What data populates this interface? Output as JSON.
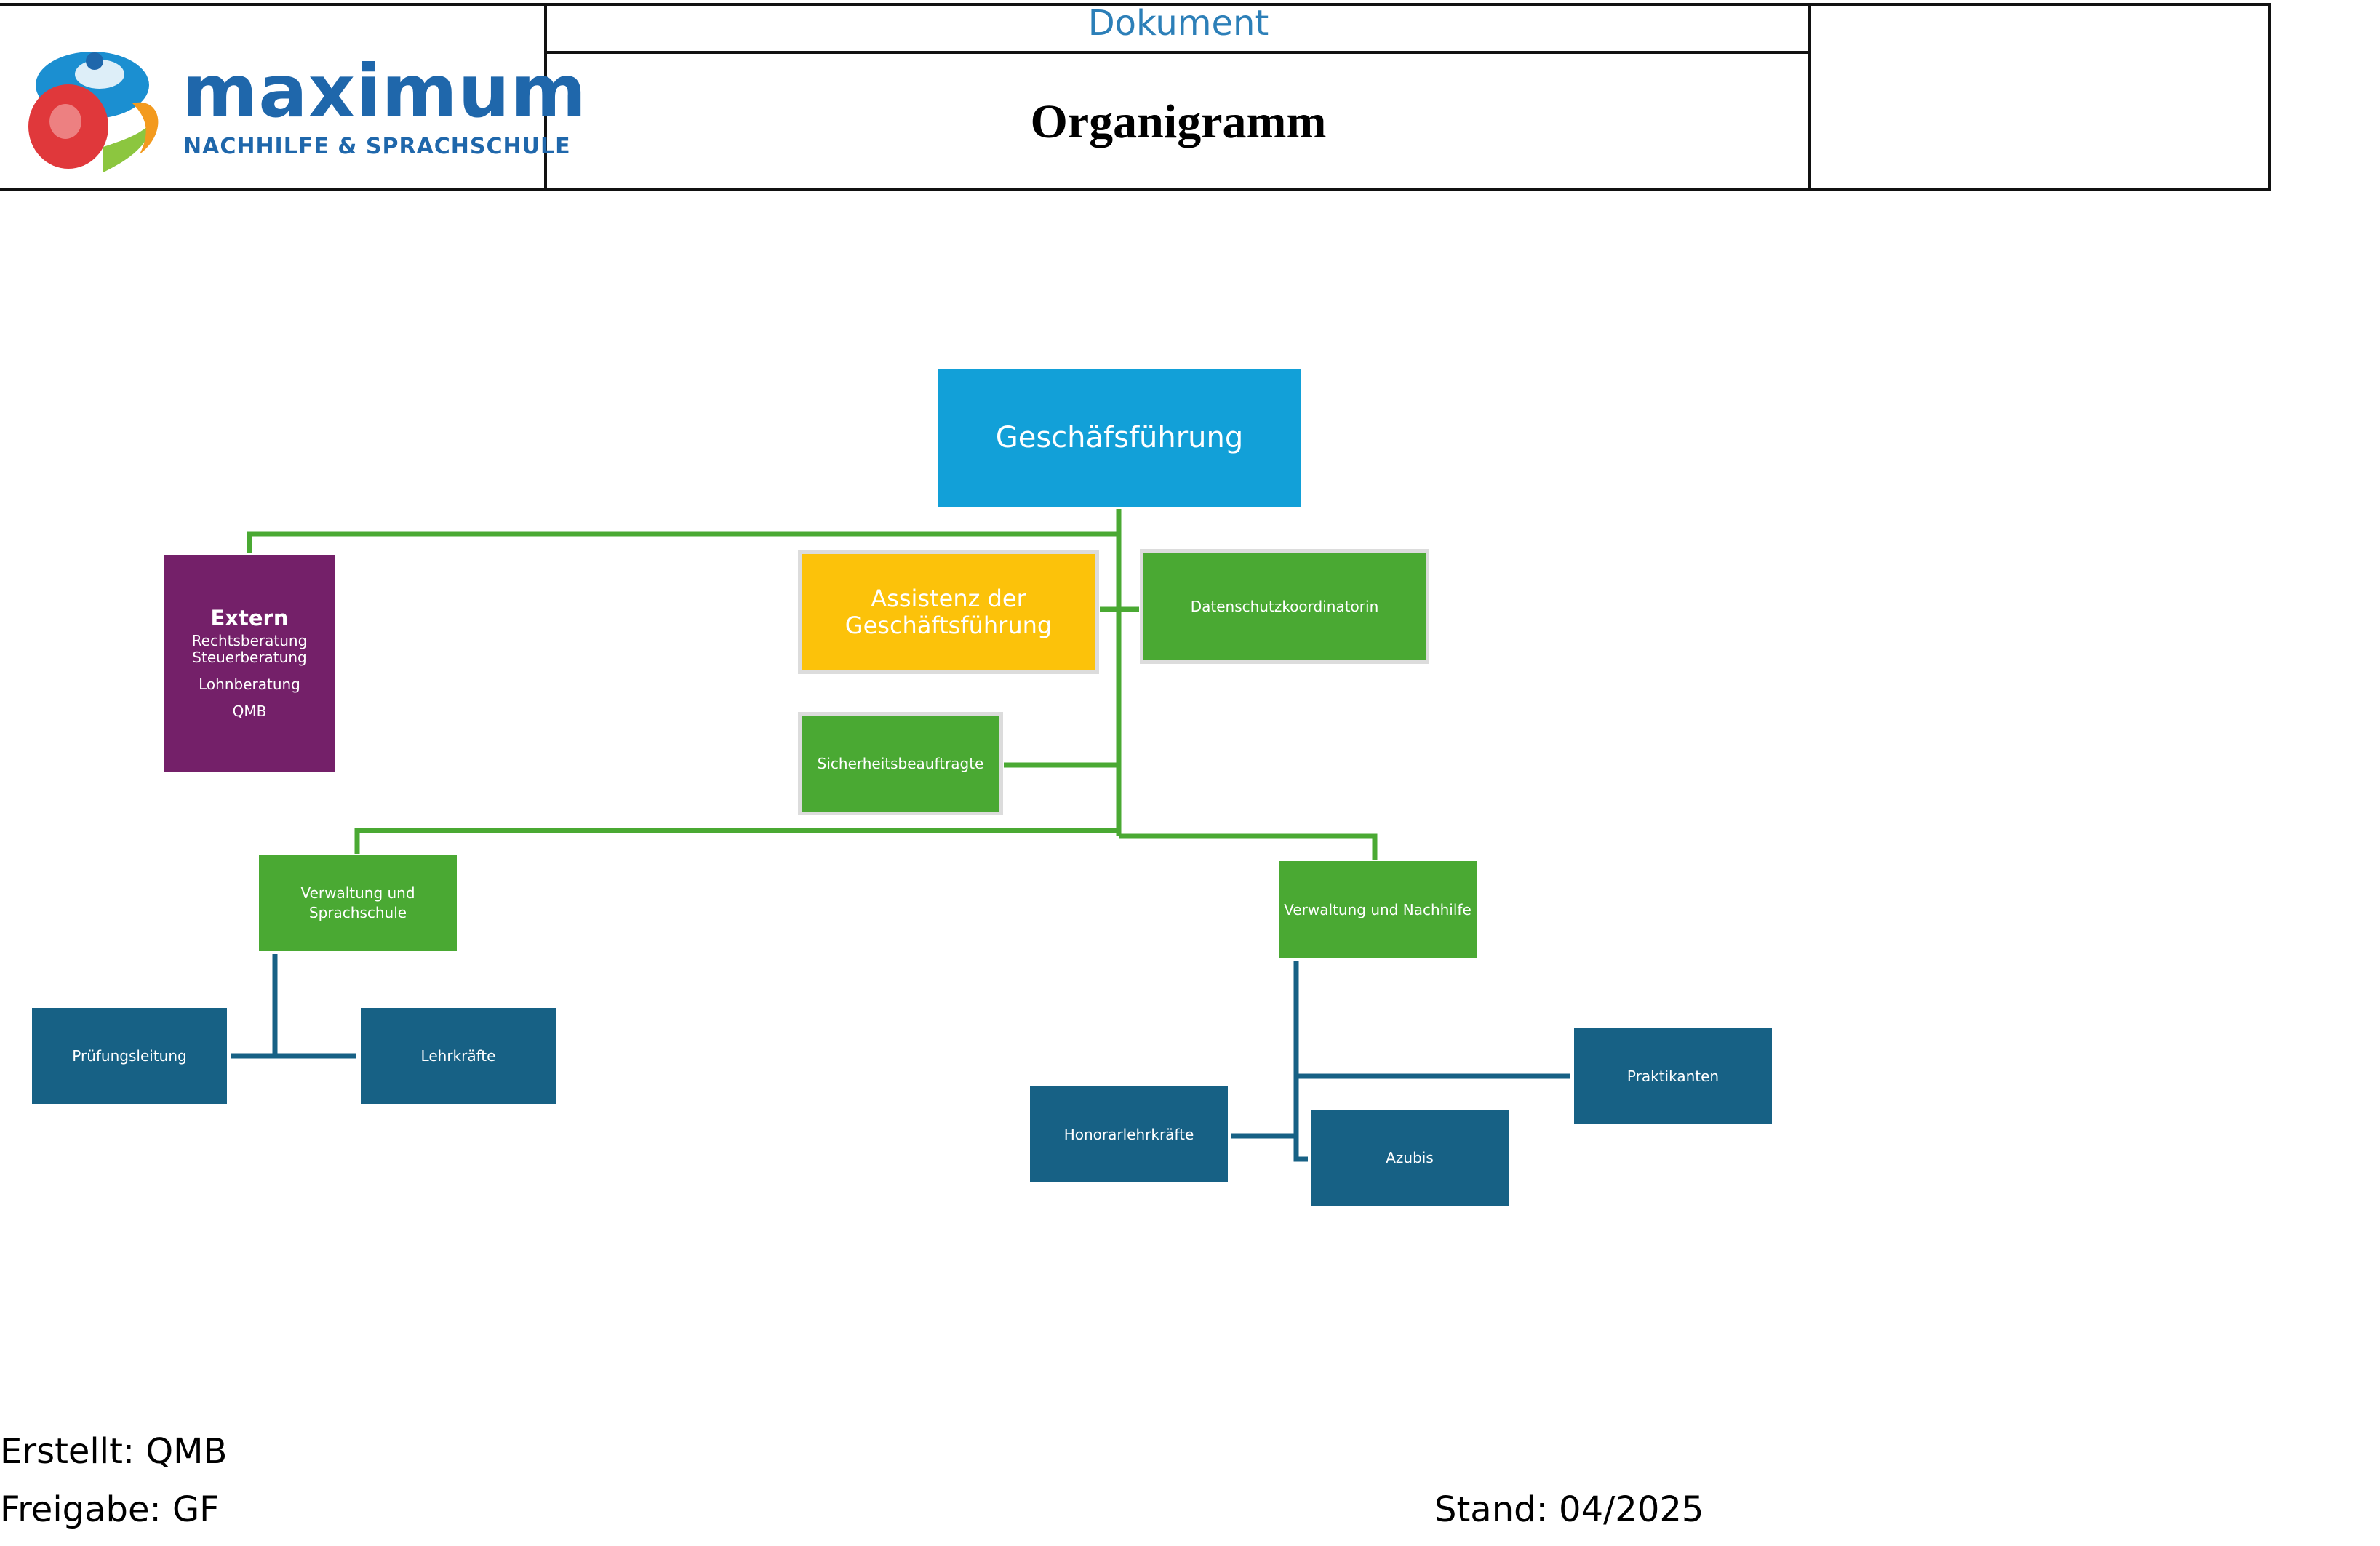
{
  "header": {
    "doc_label": "Dokument",
    "title": "Organigramm",
    "logo": {
      "name": "maximum",
      "tagline": "NACHHILFE & SPRACHSCHULE"
    }
  },
  "org": {
    "top": "Geschäfsführung",
    "assistenz": "Assistenz der Geschäftsführung",
    "datenschutz": "Datenschutzkoordinatorin",
    "sicherheit": "Sicherheitsbeauftragte",
    "extern": {
      "title": "Extern",
      "items": [
        "Rechtsberatung",
        "Steuerberatung",
        "Lohnberatung",
        "QMB"
      ]
    },
    "verwaltung_sprachschule": "Verwaltung und Sprachschule",
    "verwaltung_nachhilfe": "Verwaltung und Nachhilfe",
    "pruefungsleitung": "Prüfungsleitung",
    "lehrkraefte": "Lehrkräfte",
    "honorarlehrkraefte": "Honorarlehrkräfte",
    "azubis": "Azubis",
    "praktikanten": "Praktikanten"
  },
  "footer": {
    "erstellt": "Erstellt: QMB",
    "freigabe": "Freigabe: GF",
    "stand": "Stand: 04/2025"
  },
  "colors": {
    "management": "#12a0d8",
    "assistant": "#fcc20a",
    "staff": "#4aa933",
    "external": "#742069",
    "team": "#176185",
    "connector_green": "#4aa933",
    "connector_blue": "#176185"
  }
}
